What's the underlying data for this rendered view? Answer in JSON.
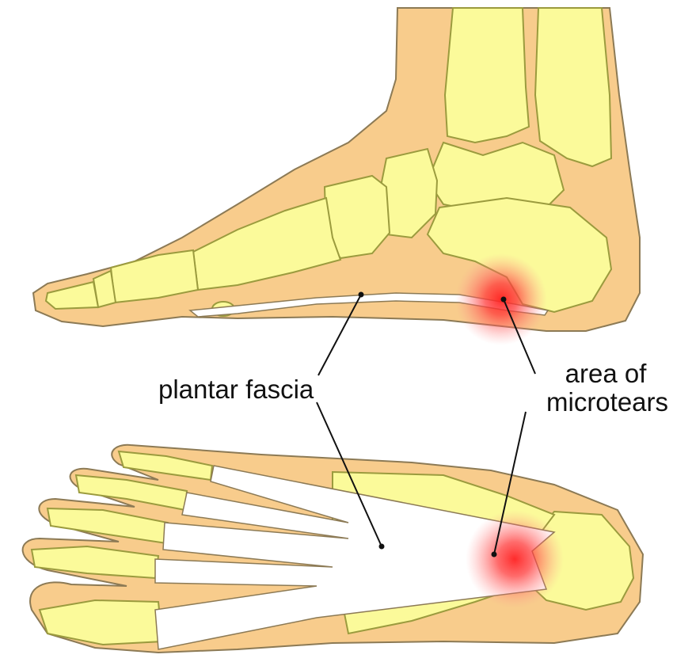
{
  "labels": {
    "plantar_fascia": "plantar fascia",
    "microtears_line1": "area of",
    "microtears_line2": "microtears"
  },
  "colors": {
    "skin": "#f8cc8c",
    "bone": "#fbfa9a",
    "bone_outline": "#9b9b3e",
    "outline": "#8c7a55",
    "fascia": "#ffffff",
    "inflammation": "#ff2b2b",
    "leader_line": "#111111"
  }
}
